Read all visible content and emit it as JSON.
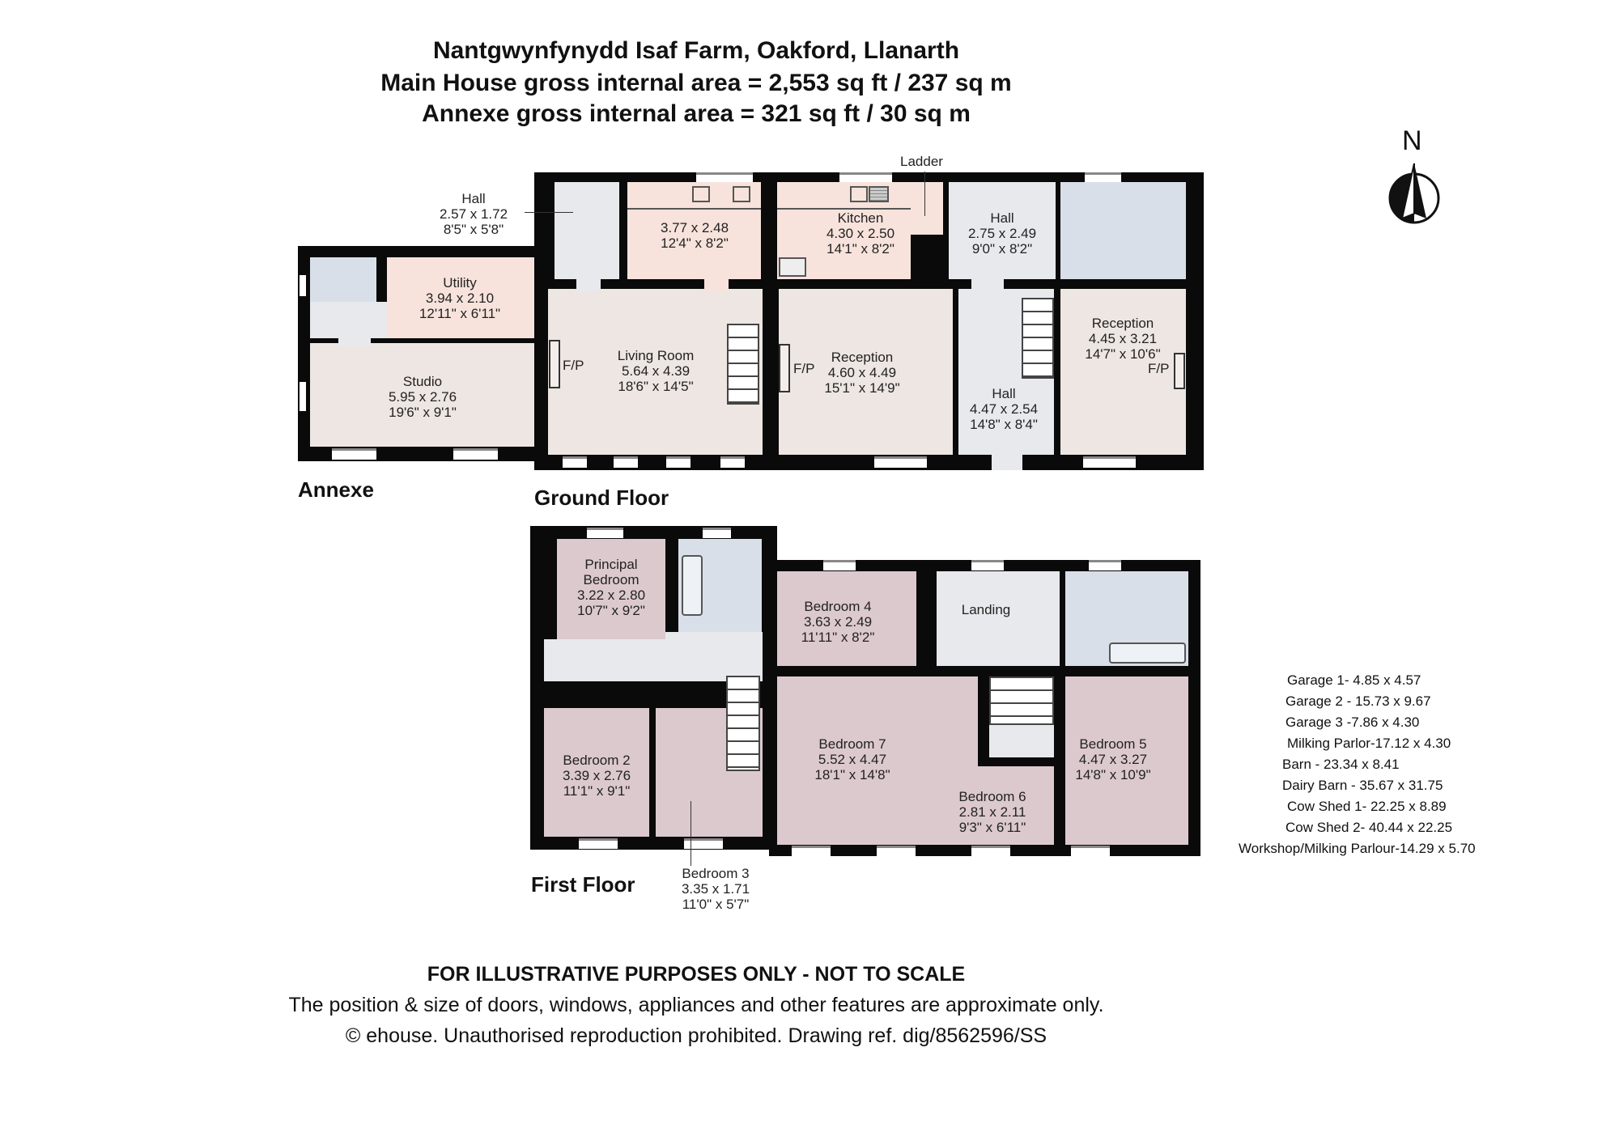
{
  "header": {
    "title": "Nantgwynfynydd Isaf Farm, Oakford, Llanarth",
    "main_area": "Main House gross internal area = 2,553 sq ft / 237 sq m",
    "annexe_area": "Annexe gross internal area = 321 sq ft / 30 sq m"
  },
  "compass": {
    "label": "N",
    "icon": "north-arrow-icon"
  },
  "floors": {
    "annexe": "Annexe",
    "ground": "Ground Floor",
    "first": "First Floor"
  },
  "annexe_rooms": {
    "utility": {
      "name": "Utility",
      "metric": "3.94 x 2.10",
      "imperial": "12'11\" x 6'11\""
    },
    "studio": {
      "name": "Studio",
      "metric": "5.95 x 2.76",
      "imperial": "19'6\" x 9'1\""
    }
  },
  "ground_rooms": {
    "hall_entry": {
      "name": "Hall",
      "metric": "2.57 x 1.72",
      "imperial": "8'5\" x 5'8\""
    },
    "kitchen_west": {
      "metric": "3.77 x 2.48",
      "imperial": "12'4\" x 8'2\""
    },
    "kitchen": {
      "name": "Kitchen",
      "metric": "4.30 x 2.50",
      "imperial": "14'1\" x 8'2\""
    },
    "ladder": "Ladder",
    "hall_north": {
      "name": "Hall",
      "metric": "2.75 x 2.49",
      "imperial": "9'0\" x 8'2\""
    },
    "living_room": {
      "name": "Living Room",
      "metric": "5.64 x 4.39",
      "imperial": "18'6\" x 14'5\""
    },
    "reception_centre": {
      "name": "Reception",
      "metric": "4.60 x 4.49",
      "imperial": "15'1\" x 14'9\""
    },
    "hall_south": {
      "name": "Hall",
      "metric": "4.47 x 2.54",
      "imperial": "14'8\" x 8'4\""
    },
    "reception_east": {
      "name": "Reception",
      "metric": "4.45 x 3.21",
      "imperial": "14'7\" x 10'6\""
    },
    "fireplace": "F/P"
  },
  "first_rooms": {
    "principal_bedroom": {
      "name1": "Principal",
      "name2": "Bedroom",
      "metric": "3.22 x 2.80",
      "imperial": "10'7\" x 9'2\""
    },
    "bedroom2": {
      "name": "Bedroom 2",
      "metric": "3.39 x 2.76",
      "imperial": "11'1\" x 9'1\""
    },
    "bedroom3": {
      "name": "Bedroom 3",
      "metric": "3.35 x 1.71",
      "imperial": "11'0\" x 5'7\""
    },
    "bedroom4": {
      "name": "Bedroom 4",
      "metric": "3.63 x 2.49",
      "imperial": "11'11\" x 8'2\""
    },
    "landing": {
      "name": "Landing"
    },
    "bedroom5": {
      "name": "Bedroom 5",
      "metric": "4.47 x 3.27",
      "imperial": "14'8\" x 10'9\""
    },
    "bedroom6": {
      "name": "Bedroom 6",
      "metric": "2.81 x 2.11",
      "imperial": "9'3\" x 6'11\""
    },
    "bedroom7": {
      "name": "Bedroom 7",
      "metric": "5.52 x 4.47",
      "imperial": "18'1\" x 14'8\""
    }
  },
  "outbuildings": [
    "Garage 1- 4.85 x 4.57",
    "Garage 2 - 15.73 x 9.67",
    "Garage 3 -7.86 x 4.30",
    "Milking Parlor-17.12 x 4.30",
    "Barn - 23.34 x 8.41",
    "Dairy Barn - 35.67 x 31.75",
    "Cow Shed 1- 22.25 x 8.89",
    "Cow Shed 2- 40.44 x 22.25",
    "Workshop/Milking Parlour-14.29 x 5.70"
  ],
  "footer": {
    "disclaimer": "FOR ILLUSTRATIVE PURPOSES ONLY - NOT TO SCALE",
    "note": "The position & size of doors, windows, appliances and other features are approximate only.",
    "copyright": "© ehouse. Unauthorised reproduction prohibited. Drawing ref. dig/8562596/SS"
  },
  "colors": {
    "wall": "#0a0a0a",
    "kitchen_utility": "#f7e3dc",
    "reception_living": "#ede6e2",
    "hall": "#e8e9ec",
    "bathroom": "#d9dfe8",
    "bedroom": "#dcc9ce"
  }
}
